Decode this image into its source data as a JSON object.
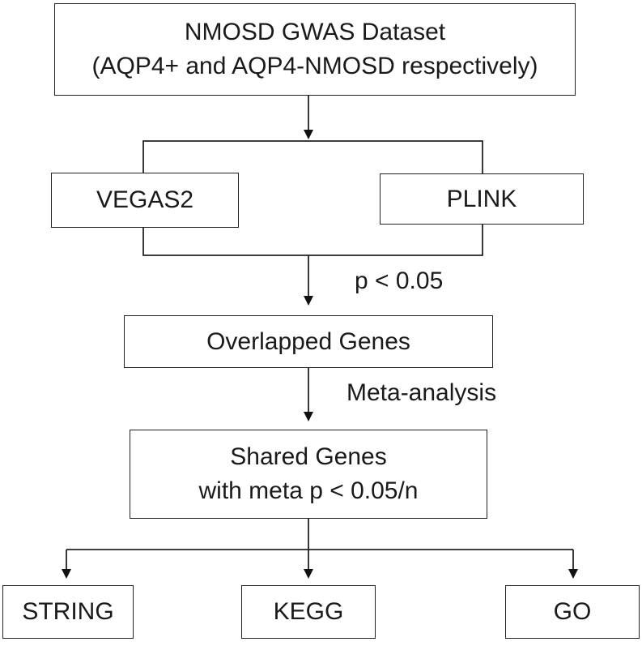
{
  "nodes": {
    "dataset": {
      "line1": "NMOSD GWAS Dataset",
      "line2": "(AQP4+ and AQP4-NMOSD respectively)"
    },
    "vegas2": {
      "label": "VEGAS2"
    },
    "plink": {
      "label": "PLINK"
    },
    "overlapped": {
      "label": "Overlapped Genes"
    },
    "shared": {
      "line1": "Shared Genes",
      "line2": "with meta p < 0.05/n"
    },
    "string": {
      "label": "STRING"
    },
    "kegg": {
      "label": "KEGG"
    },
    "go": {
      "label": "GO"
    }
  },
  "edges": {
    "p_threshold": "p < 0.05",
    "meta_analysis": "Meta-analysis"
  }
}
